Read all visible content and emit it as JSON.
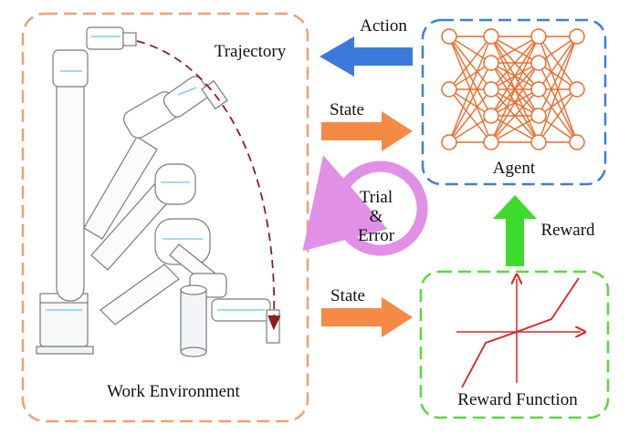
{
  "work_environment": {
    "label": "Work Environment",
    "trajectory_label": "Trajectory"
  },
  "agent": {
    "label": "Agent"
  },
  "reward_function": {
    "label": "Reward Function"
  },
  "arrows": {
    "action": "Action",
    "state_top": "State",
    "state_bottom": "State",
    "reward": "Reward"
  },
  "trial_error": {
    "line1": "Trial",
    "line2": "&",
    "line3": "Error"
  },
  "colors": {
    "env_border": "#f0a070",
    "agent_border": "#3d7fd8",
    "reward_border": "#5cd63c",
    "action_arrow": "#3b79dd",
    "state_arrow": "#f58a45",
    "reward_arrow": "#3ddc2c",
    "cycle": "#e090e6",
    "network": "#ee6a2a",
    "reward_curve": "#e02020",
    "trajectory": "#8a1f1f",
    "robot_stroke": "#7a7a7a",
    "robot_accent": "#7fd0e4"
  },
  "network": {
    "layers": [
      3,
      5,
      5,
      3
    ]
  }
}
